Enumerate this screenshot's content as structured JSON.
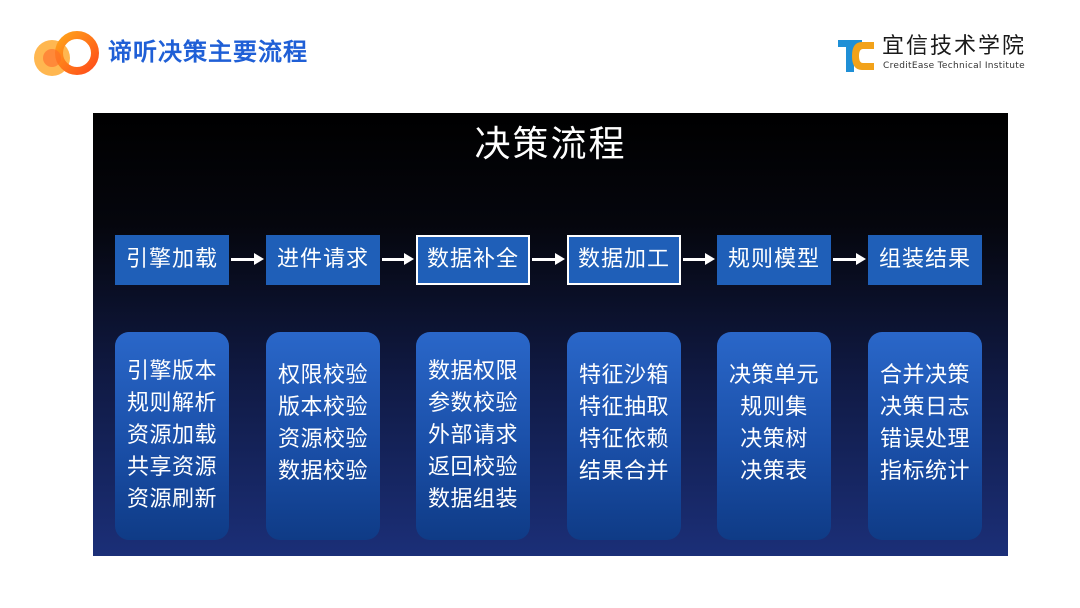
{
  "header": {
    "title": "谛听决策主要流程",
    "brand_name": "宜信技术学院",
    "brand_sub": "CreditEase Technical Institute",
    "brand_mark": "TC",
    "title_color": "#1f5fd6",
    "logo_colors": [
      "#ff5a1f",
      "#ffa21a"
    ]
  },
  "slide": {
    "title": "决策流程",
    "steps": [
      {
        "label": "引擎加载",
        "outlined": false
      },
      {
        "label": "进件请求",
        "outlined": false
      },
      {
        "label": "数据补全",
        "outlined": true
      },
      {
        "label": "数据加工",
        "outlined": true
      },
      {
        "label": "规则模型",
        "outlined": false
      },
      {
        "label": "组装结果",
        "outlined": false
      }
    ],
    "cards": [
      {
        "items": [
          "引擎版本",
          "规则解析",
          "资源加载",
          "共享资源",
          "资源刷新"
        ]
      },
      {
        "items": [
          "权限校验",
          "版本校验",
          "资源校验",
          "数据校验"
        ]
      },
      {
        "items": [
          "数据权限",
          "参数校验",
          "外部请求",
          "返回校验",
          "数据组装"
        ]
      },
      {
        "items": [
          "特征沙箱",
          "特征抽取",
          "特征依赖",
          "结果合并"
        ]
      },
      {
        "items": [
          "决策单元",
          "规则集",
          "决策树",
          "决策表"
        ]
      },
      {
        "items": [
          "合并决策",
          "决策日志",
          "错误处理",
          "指标统计"
        ]
      }
    ],
    "colors": {
      "step_fill": "#1f5fb8",
      "card_fill": "#1a4fa8",
      "arrow": "#ffffff"
    }
  }
}
